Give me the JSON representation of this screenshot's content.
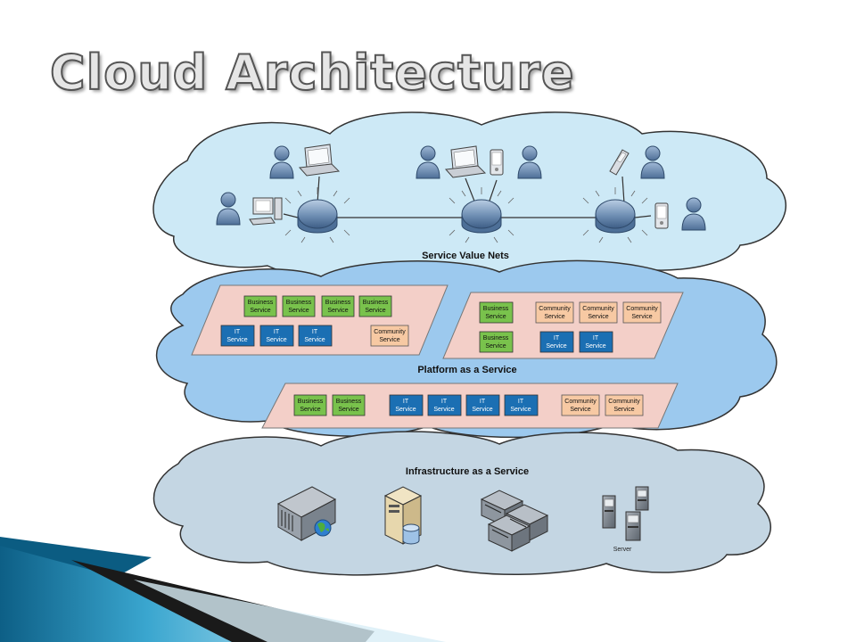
{
  "slide": {
    "title": "Cloud Architecture"
  },
  "layers": {
    "svn": {
      "label": "Service Value Nets"
    },
    "paas": {
      "label": "Platform as a Service"
    },
    "iaas": {
      "label": "Infrastructure as a Service"
    }
  },
  "service_labels": {
    "business": {
      "l1": "Business",
      "l2": "Service"
    },
    "it": {
      "l1": "IT",
      "l2": "Service"
    },
    "community": {
      "l1": "Community",
      "l2": "Service"
    }
  },
  "server_caption": "Server",
  "colors": {
    "svn_cloud": "#cde9f6",
    "paas_cloud": "#9cc9ee",
    "iaas_cloud": "#c4d6e3",
    "panel": "#f3cfc8",
    "business": "#79c24c",
    "it": "#1b6fb3",
    "community": "#f7c9a3",
    "router": "#6f8fb4",
    "accent_band": "#1a7fa3"
  }
}
